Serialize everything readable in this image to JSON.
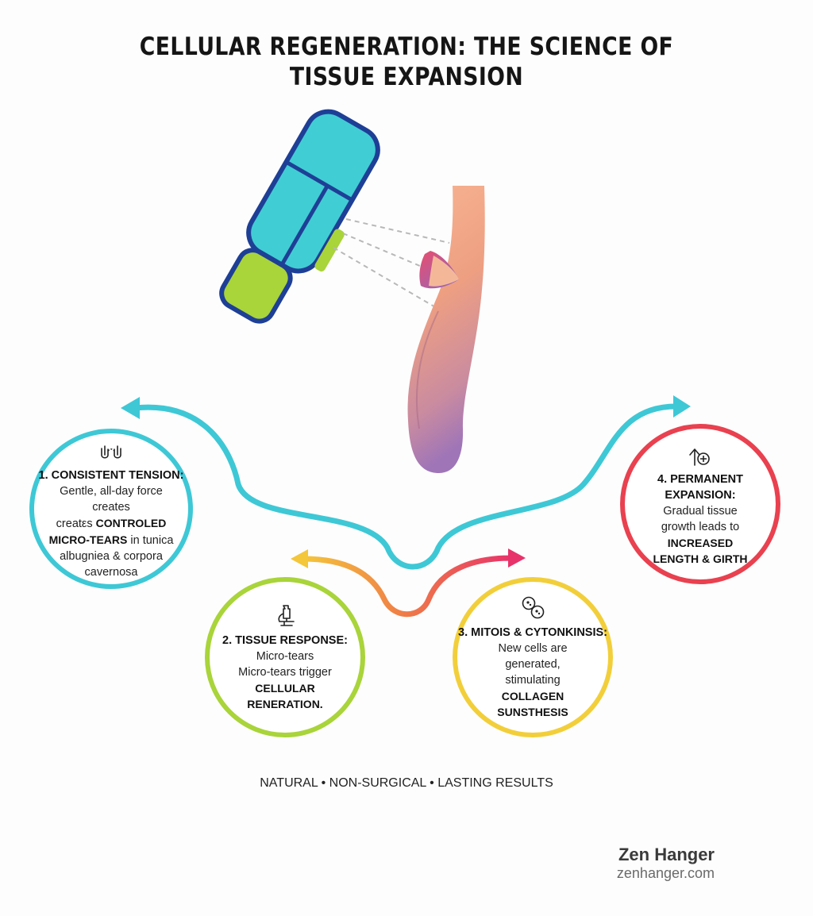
{
  "title": "CELLULAR REGENERATION: THE SCIENCE OF TISSUE EXPANSION",
  "colors": {
    "cyan": "#3ec8d6",
    "green": "#a9d43a",
    "yellow": "#f2cf3a",
    "red": "#e9414f",
    "device_blue": "#1e3f96"
  },
  "stages": [
    {
      "icon": "hands-stretch-icon",
      "title": "1. CONSISTENT TENSION:",
      "body": "Gentle, all-day force creates",
      "body2": "creatεs",
      "strong": "CONTROLED MICRO-TEARS",
      "tail": "in tunica albugniea & corpora cavernosa"
    },
    {
      "icon": "microscope-icon",
      "title": "2. TISSUE RESPONSE:",
      "body": "Micro-tears",
      "body2": "Micro-tears trigger",
      "strong": "CELLULAR RENERATION."
    },
    {
      "icon": "cells-icon",
      "title": "3. MITOIS & CYTONKINSIS:",
      "body": "New cells are generated, stimulating",
      "strong": "COLLAGEN SUNSTHESIS"
    },
    {
      "icon": "growth-arrow-plus-icon",
      "title": "4. PERMANENT EXPANSION:",
      "body": "Gradual tissue growth leads to",
      "strong": "INCREASED LENGTH & GIRTH"
    }
  ],
  "tagline": "NATURAL • NON-SURGICAL • LASTING RESULTS",
  "brand": {
    "name": "Zen Hanger",
    "url": "zenhanger.com"
  }
}
